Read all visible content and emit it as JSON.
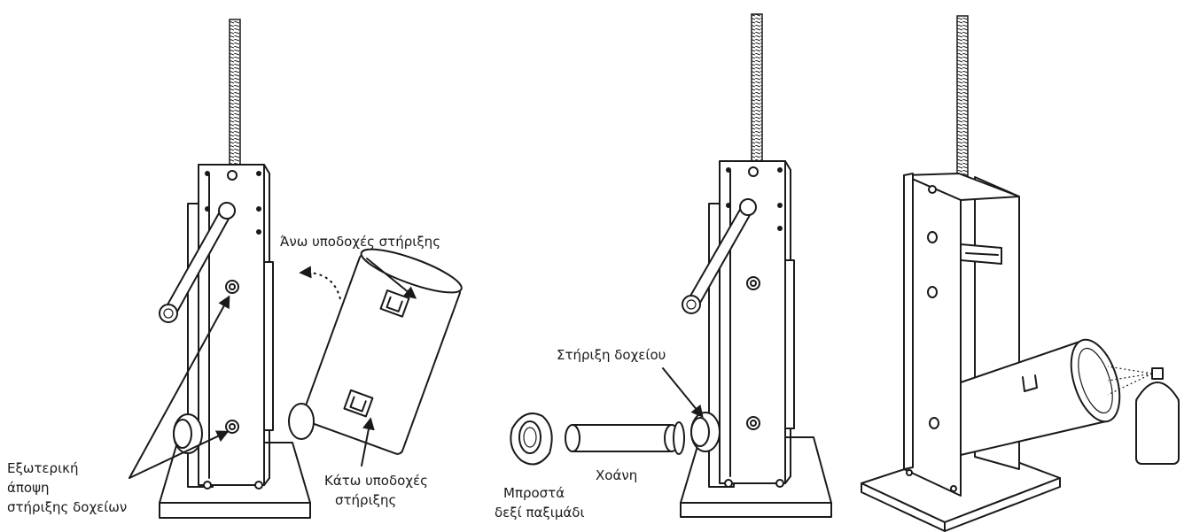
{
  "figures": [
    {
      "id": "left-assembly",
      "labels": {
        "upper_mounts": "Άνω υποδοχές στήριξης",
        "lower_mounts_line1": "Κάτω υποδοχές",
        "lower_mounts_line2": "στήριξης",
        "outer_view_line1": "Εξωτερική",
        "outer_view_line2": "άποψη",
        "outer_view_line3": "στήριξης δοχείων"
      }
    },
    {
      "id": "middle-assembly",
      "labels": {
        "container_mount": "Στήριξη δοχείου",
        "funnel": "Χοάνη",
        "front_nut_line1": "Μπροστά",
        "front_nut_line2": "δεξί παξιμάδι"
      }
    },
    {
      "id": "right-assembly",
      "labels": {}
    }
  ]
}
